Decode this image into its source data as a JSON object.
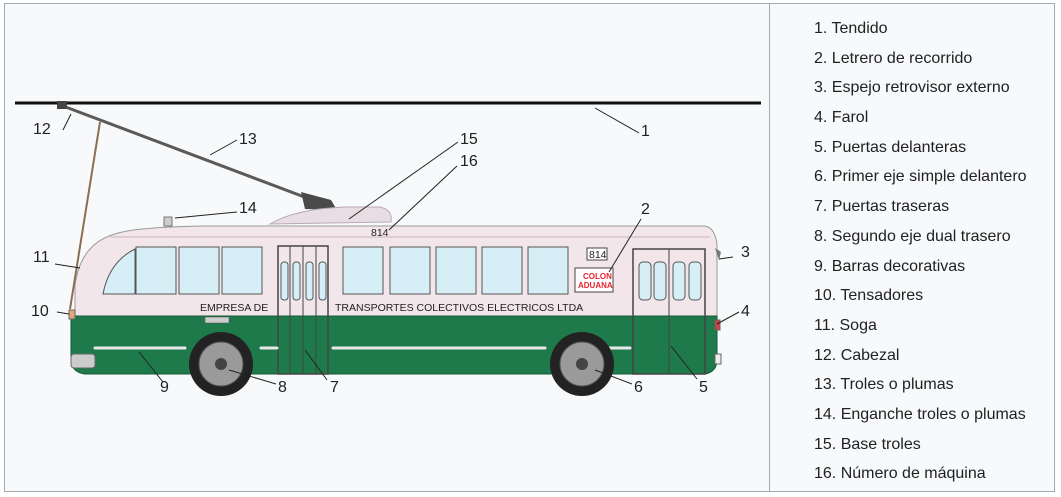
{
  "bus": {
    "fleet_number": "814",
    "route_sign_number": "814",
    "route_sign_line1": "COLON",
    "route_sign_line2": "ADUANA",
    "company_left": "EMPRESA DE",
    "company_right": "TRANSPORTES COLECTIVOS ELECTRICOS LTDA",
    "colors": {
      "body_green": "#1e7a4b",
      "roof": "#f2e6ea",
      "window": "#d6eef6",
      "sign_red": "#e8252f"
    }
  },
  "callouts": [
    "1",
    "2",
    "3",
    "4",
    "5",
    "6",
    "7",
    "8",
    "9",
    "10",
    "11",
    "12",
    "13",
    "14",
    "15",
    "16"
  ],
  "legend": [
    "1. Tendido",
    "2. Letrero de recorrido",
    "3. Espejo retrovisor externo",
    "4. Farol",
    "5. Puertas delanteras",
    "6. Primer eje simple delantero",
    "7. Puertas traseras",
    "8. Segundo eje dual trasero",
    "9. Barras decorativas",
    "10. Tensadores",
    "11. Soga",
    "12. Cabezal",
    "13. Troles o plumas",
    "14. Enganche troles o plumas",
    "15. Base troles",
    "16. Número de máquina"
  ]
}
